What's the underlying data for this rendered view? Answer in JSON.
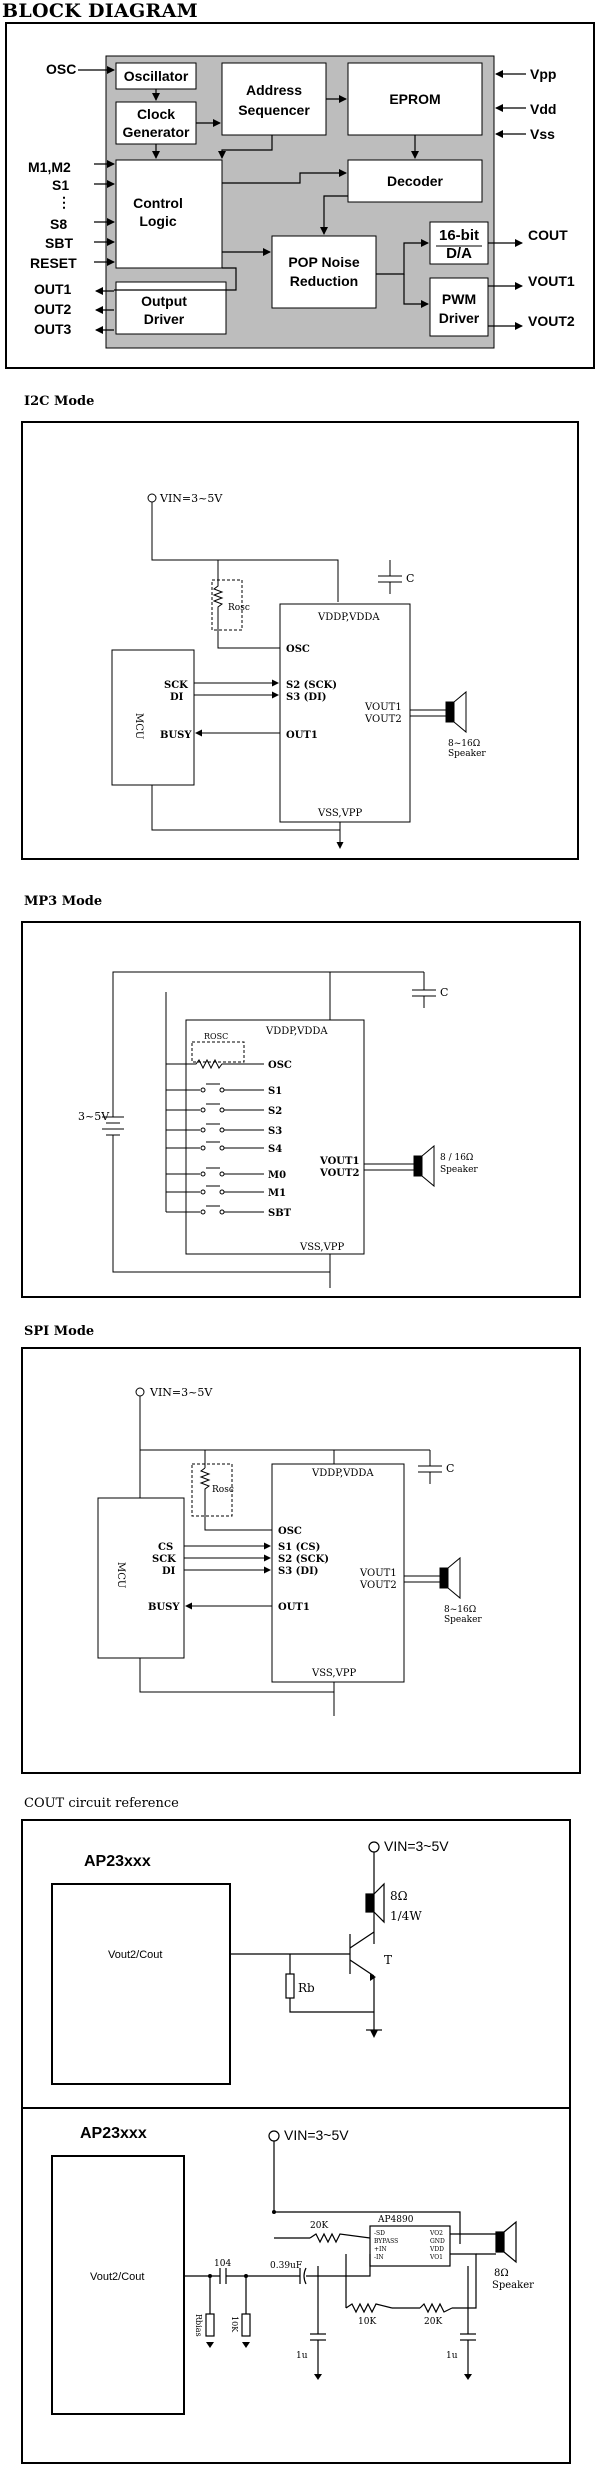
{
  "title": "BLOCK DIAGRAM",
  "block": {
    "osc": "OSC",
    "m1m2": "M1,M2",
    "s1": "S1",
    "dots": "⋮",
    "s8": "S8",
    "sbt": "SBT",
    "reset": "RESET",
    "out1": "OUT1",
    "out2": "OUT2",
    "out3": "OUT3",
    "oscillator": "Oscillator",
    "clock1": "Clock",
    "clock2": "Generator",
    "control1": "Control",
    "control2": "Logic",
    "output1": "Output",
    "output2": "Driver",
    "addr1": "Address",
    "addr2": "Sequencer",
    "eprom": "EPROM",
    "decoder": "Decoder",
    "pop1": "POP Noise",
    "pop2": "Reduction",
    "da1": "16-bit",
    "da2": "D/A",
    "pwm1": "PWM",
    "pwm2": "Driver",
    "vpp": "Vpp",
    "vdd": "Vdd",
    "vss": "Vss",
    "cout": "COUT",
    "vout1": "VOUT1",
    "vout2": "VOUT2"
  },
  "i2c": {
    "caption": "I2C Mode",
    "vin": "VIN=3~5V",
    "c": "C",
    "rosc": "Rosc",
    "vddp": "VDDP,VDDA",
    "osc": "OSC",
    "mcu": "MCU",
    "sck": "SCK",
    "di": "DI",
    "busy": "BUSY",
    "s2": "S2 (SCK)",
    "s3": "S3 (DI)",
    "out1": "OUT1",
    "vout1": "VOUT1",
    "vout2": "VOUT2",
    "ohm": "8~16Ω",
    "speaker": "Speaker",
    "vss": "VSS,VPP"
  },
  "mp3": {
    "caption": "MP3 Mode",
    "c": "C",
    "rosc": "ROSC",
    "vddp": "VDDP,VDDA",
    "osc": "OSC",
    "s1": "S1",
    "s2": "S2",
    "s3": "S3",
    "s4": "S4",
    "m0": "M0",
    "m1": "M1",
    "sbt": "SBT",
    "batt": "3~5V",
    "vout1": "VOUT1",
    "vout2": "VOUT2",
    "ohm": "8 / 16Ω",
    "speaker": "Speaker",
    "vss": "VSS,VPP"
  },
  "spi": {
    "caption": "SPI Mode",
    "vin": "VIN=3~5V",
    "c": "C",
    "rosc": "Rosc",
    "vddp": "VDDP,VDDA",
    "osc": "OSC",
    "mcu": "MCU",
    "cs": "CS",
    "sck": "SCK",
    "di": "DI",
    "busy": "BUSY",
    "s1": "S1 (CS)",
    "s2": "S2 (SCK)",
    "s3": "S3 (DI)",
    "out1": "OUT1",
    "vout1": "VOUT1",
    "vout2": "VOUT2",
    "ohm": "8~16Ω",
    "speaker": "Speaker",
    "vss": "VSS,VPP"
  },
  "cout": {
    "caption": "COUT circuit reference",
    "chip1": "AP23xxx",
    "pin1": "Vout2/Cout",
    "vin1": "VIN=3~5V",
    "ohm1": "8Ω",
    "watt": "1/4W",
    "rb": "Rb",
    "t": "T",
    "chip2": "AP23xxx",
    "pin2": "Vout2/Cout",
    "vin2": "VIN=3~5V",
    "r20k_a": "20K",
    "ap4890": "AP4890",
    "amp_l1": "-SD",
    "amp_l2": "BYPASS",
    "amp_l3": "+IN",
    "amp_l4": "-IN",
    "amp_r1": "VO2",
    "amp_r2": "GND",
    "amp_r3": "VDD",
    "amp_r4": "VO1",
    "cap104": "104",
    "cap039": "0.39uF",
    "rbias": "Rbias",
    "r10k_v": "10K",
    "r10k": "10K",
    "r20k_b": "20K",
    "c1u_a": "1u",
    "c1u_b": "1u",
    "ohm2": "8Ω",
    "speaker": "Speaker"
  }
}
